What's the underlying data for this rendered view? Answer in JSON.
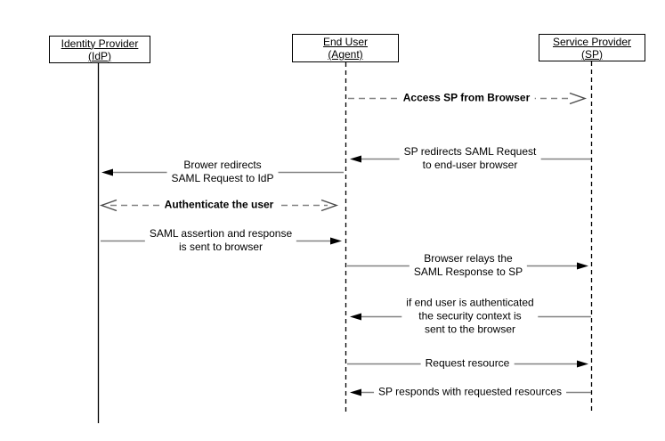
{
  "diagram": {
    "type": "sequence-diagram",
    "colors": {
      "background": "#ffffff",
      "actor_border": "#000000",
      "lifeline": "#000000",
      "message_line": "#828282",
      "arrowhead": "#000000",
      "text": "#000000"
    },
    "actors": [
      {
        "label": "Identity Provider\n(IdP)",
        "lifeline_style": "solid"
      },
      {
        "label": "End User\n(Agent)",
        "lifeline_style": "dashed"
      },
      {
        "label": "Service Provider\n(SP)",
        "lifeline_style": "dashed"
      }
    ],
    "messages": [
      {
        "label": "Access SP from Browser",
        "from": "End User (Agent)",
        "to": "Service Provider (SP)",
        "direction": "right",
        "line": "dashed",
        "arrowhead": "open",
        "emphasis": "bold"
      },
      {
        "label": "SP redirects SAML Request\nto end-user browser",
        "from": "Service Provider (SP)",
        "to": "End User (Agent)",
        "direction": "left",
        "line": "solid",
        "arrowhead": "filled",
        "emphasis": "normal"
      },
      {
        "label": "Brower redirects\nSAML Request to IdP",
        "from": "End User (Agent)",
        "to": "Identity Provider (IdP)",
        "direction": "left",
        "line": "solid",
        "arrowhead": "filled",
        "emphasis": "normal"
      },
      {
        "label": "Authenticate the user",
        "from": "Identity Provider (IdP)",
        "to": "End User (Agent)",
        "direction": "both",
        "line": "dashed",
        "arrowhead": "open",
        "emphasis": "bold"
      },
      {
        "label": "SAML assertion and response\nis sent to browser",
        "from": "Identity Provider (IdP)",
        "to": "End User (Agent)",
        "direction": "right",
        "line": "solid",
        "arrowhead": "filled",
        "emphasis": "normal"
      },
      {
        "label": "Browser relays the\nSAML Response to SP",
        "from": "End User (Agent)",
        "to": "Service Provider (SP)",
        "direction": "right",
        "line": "solid",
        "arrowhead": "filled",
        "emphasis": "normal"
      },
      {
        "label": "if end user is authenticated\nthe security context is\nsent to the browser",
        "from": "Service Provider (SP)",
        "to": "End User (Agent)",
        "direction": "left",
        "line": "solid",
        "arrowhead": "filled",
        "emphasis": "normal"
      },
      {
        "label": "Request resource",
        "from": "End User (Agent)",
        "to": "Service Provider (SP)",
        "direction": "right",
        "line": "solid",
        "arrowhead": "filled",
        "emphasis": "normal"
      },
      {
        "label": "SP responds with requested resources",
        "from": "Service Provider (SP)",
        "to": "End User (Agent)",
        "direction": "left",
        "line": "solid",
        "arrowhead": "filled",
        "emphasis": "normal"
      }
    ]
  }
}
